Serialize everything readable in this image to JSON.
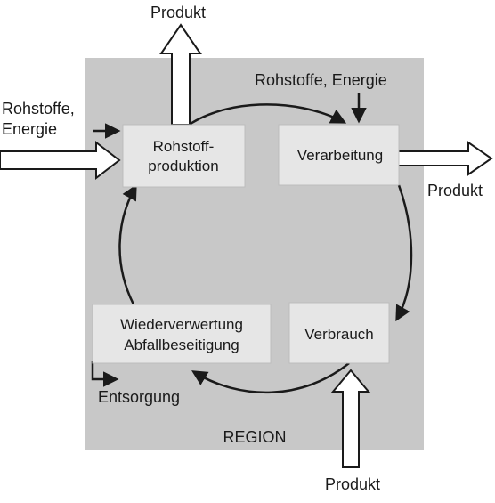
{
  "region": {
    "label": "REGION"
  },
  "boxes": {
    "rohstoffproduktion": {
      "line1": "Rohstoff-",
      "line2": "produktion"
    },
    "verarbeitung": {
      "label": "Verarbeitung"
    },
    "verbrauch": {
      "label": "Verbrauch"
    },
    "wiederverwertung": {
      "line1": "Wiederverwertung",
      "line2": "Abfallbeseitigung"
    }
  },
  "labels": {
    "produkt_top": "Produkt",
    "rohstoffe_energie_left_1": "Rohstoffe,",
    "rohstoffe_energie_left_2": "Energie",
    "rohstoffe_energie_top": "Rohstoffe, Energie",
    "produkt_right": "Produkt",
    "produkt_bottom": "Produkt",
    "entsorgung": "Entsorgung"
  },
  "colors": {
    "region_fill": "#c8c8c8",
    "box_fill": "#e6e6e6",
    "stroke": "#1a1a1a",
    "arrow_fill": "#ffffff"
  }
}
